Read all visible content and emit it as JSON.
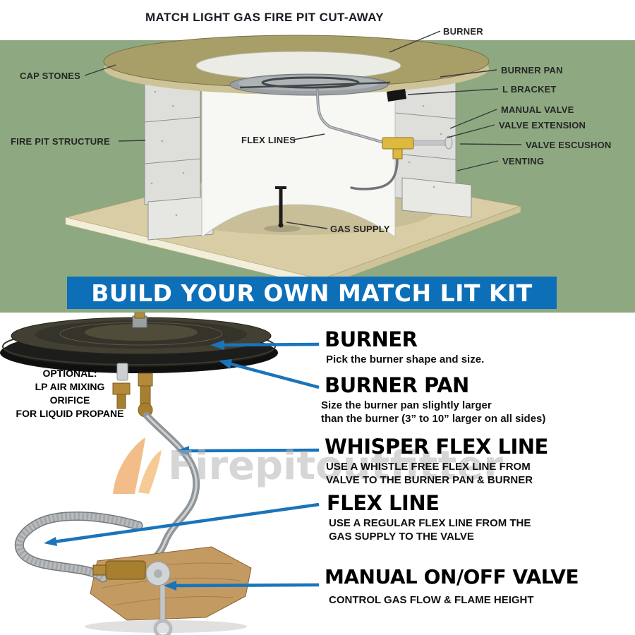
{
  "colors": {
    "top_background": "#8EA981",
    "banner_background": "#0D6FB8",
    "arrow_blue": "#1A74BA",
    "watermark_gray": "#B5B5B5"
  },
  "cutaway": {
    "title": "MATCH LIGHT GAS FIRE PIT CUT-AWAY",
    "labels": {
      "burner": "BURNER",
      "cap_stones": "CAP STONES",
      "burner_pan": "BURNER PAN",
      "l_bracket": "L BRACKET",
      "manual_valve": "MANUAL VALVE",
      "valve_extension": "VALVE EXTENSION",
      "valve_escushon": "VALVE ESCUSHON",
      "venting": "VENTING",
      "fire_pit_structure": "FIRE PIT STRUCTURE",
      "flex_lines": "FLEX LINES",
      "gas_supply": "GAS SUPPLY"
    },
    "banner": "BUILD YOUR OWN MATCH LIT KIT"
  },
  "kit": {
    "optional_note": {
      "line1": "OPTIONAL:",
      "line2": "LP AIR MIXING",
      "line3": "ORIFICE",
      "line4": "FOR LIQUID PROPANE"
    },
    "watermark": "Firepitoutfitter",
    "sections": [
      {
        "heading": "BURNER",
        "desc1": "Pick the burner shape and size."
      },
      {
        "heading": "BURNER PAN",
        "desc1": "Size the burner pan slightly larger",
        "desc2": "than the burner (3” to 10” larger on all sides)"
      },
      {
        "heading": "WHISPER FLEX LINE",
        "desc1": "USE A WHISTLE FREE FLEX LINE FROM",
        "desc2": "VALVE TO THE BURNER PAN & BURNER"
      },
      {
        "heading": "FLEX LINE",
        "desc1": "USE A REGULAR FLEX LINE FROM THE",
        "desc2": "GAS SUPPLY TO THE VALVE"
      },
      {
        "heading": "MANUAL ON/OFF VALVE",
        "desc1": "CONTROL GAS FLOW & FLAME HEIGHT"
      }
    ]
  }
}
